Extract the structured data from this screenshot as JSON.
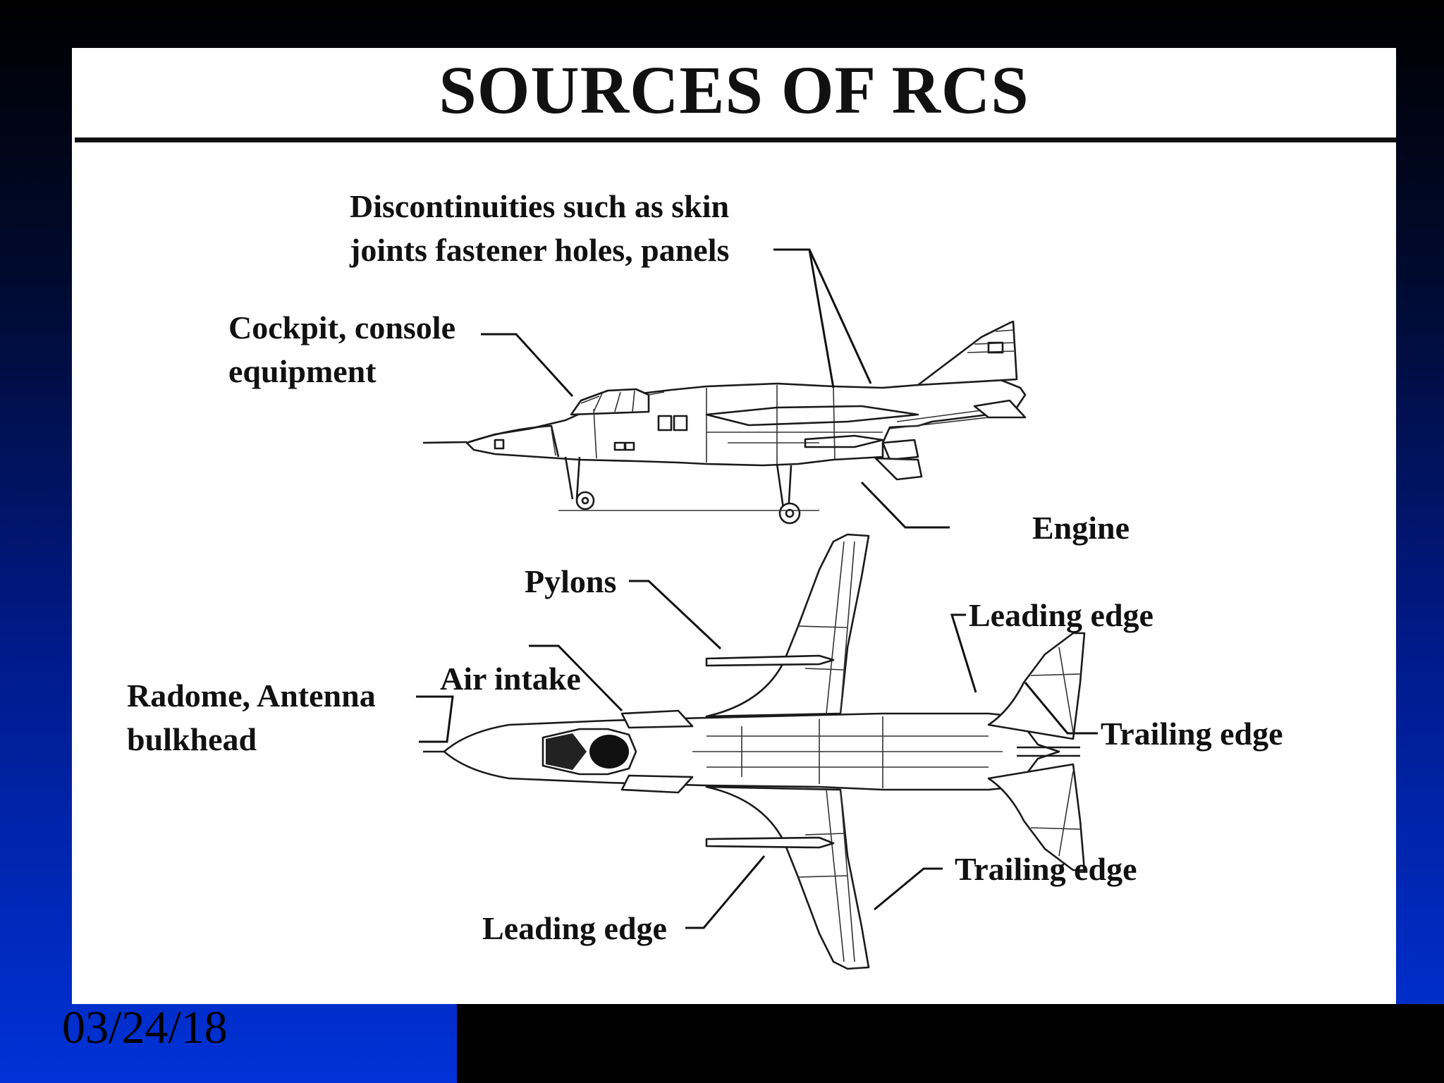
{
  "slide": {
    "title": "SOURCES OF RCS",
    "date": "03/24/18"
  },
  "labels": {
    "discontinuities_line1": "Discontinuities  such  as  skin",
    "discontinuities_line2": "joints fastener holes, panels",
    "cockpit_line1": "Cockpit, console",
    "cockpit_line2": "equipment",
    "engine": "Engine",
    "pylons": "Pylons",
    "leading_edge_tail": "Leading edge",
    "air_intake": "Air intake",
    "radome_line1": "Radome, Antenna",
    "radome_line2": "bulkhead",
    "trailing_edge_tail": "Trailing edge",
    "trailing_edge_wing": "Trailing edge",
    "leading_edge_wing": "Leading edge"
  },
  "colors": {
    "panel": "#ffffff",
    "text": "#111111",
    "background_top": "#000000",
    "background_bottom": "#0032d8"
  }
}
